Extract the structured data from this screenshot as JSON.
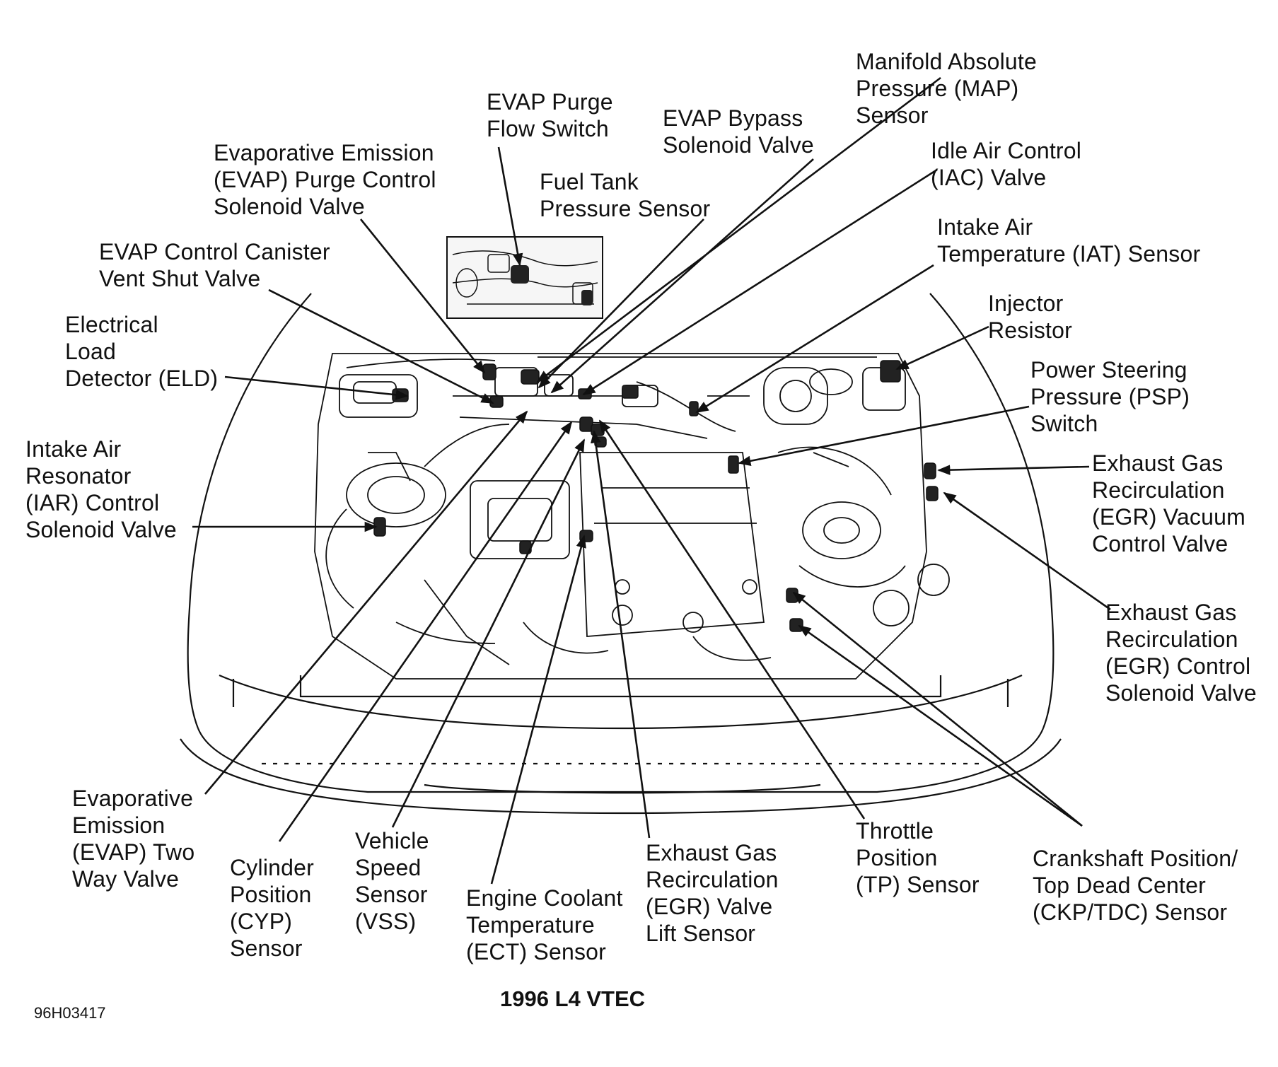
{
  "diagram": {
    "caption": "1996 L4 VTEC",
    "figure_code": "96H03417",
    "labels": {
      "map_sensor": "Manifold Absolute\nPressure (MAP)\nSensor",
      "evap_purge_flow_switch": "EVAP Purge\nFlow Switch",
      "evap_bypass_solenoid": "EVAP Bypass\nSolenoid Valve",
      "iac_valve": "Idle Air Control\n(IAC) Valve",
      "evap_purge_control_solenoid": "Evaporative Emission\n(EVAP) Purge Control\nSolenoid Valve",
      "fuel_tank_pressure_sensor": "Fuel Tank\nPressure Sensor",
      "iat_sensor": "Intake Air\nTemperature (IAT) Sensor",
      "evap_canister_vent_valve": "EVAP Control Canister\nVent Shut Valve",
      "injector_resistor": "Injector\nResistor",
      "eld": "Electrical\nLoad\nDetector (ELD)",
      "psp_switch": "Power Steering\nPressure (PSP)\nSwitch",
      "iar_solenoid": "Intake Air\nResonator\n(IAR) Control\nSolenoid Valve",
      "egr_vacuum_control_valve": "Exhaust Gas\nRecirculation\n(EGR) Vacuum\nControl Valve",
      "egr_control_solenoid": "Exhaust Gas\nRecirculation\n(EGR) Control\nSolenoid Valve",
      "evap_two_way_valve": "Evaporative\nEmission\n(EVAP) Two\nWay Valve",
      "cyp_sensor": "Cylinder\nPosition\n(CYP)\nSensor",
      "vss": "Vehicle\nSpeed\nSensor\n(VSS)",
      "ect_sensor": "Engine Coolant\nTemperature\n(ECT) Sensor",
      "egr_valve_lift_sensor": "Exhaust Gas\nRecirculation\n(EGR) Valve\nLift Sensor",
      "tp_sensor": "Throttle\nPosition\n(TP) Sensor",
      "ckp_tdc_sensor": "Crankshaft Position/\nTop Dead Center\n(CKP/TDC) Sensor"
    }
  }
}
